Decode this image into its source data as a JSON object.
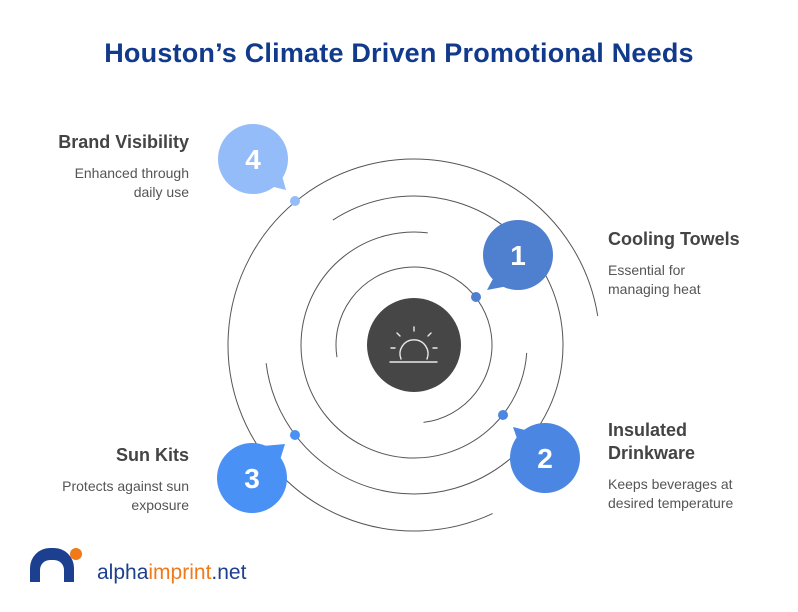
{
  "title": "Houston’s Climate Driven Promotional Needs",
  "center_icon": "sunrise-icon",
  "items": [
    {
      "number": "1",
      "heading": "Cooling Towels",
      "line1": "Essential for",
      "line2": "managing heat",
      "color": "#4f7fcf"
    },
    {
      "number": "2",
      "heading_line1": "Insulated",
      "heading_line2": "Drinkware",
      "line1": "Keeps beverages at",
      "line2": "desired temperature",
      "color": "#4a86e2"
    },
    {
      "number": "3",
      "heading": "Sun Kits",
      "line1": "Protects against sun",
      "line2": "exposure",
      "color": "#4a91f6"
    },
    {
      "number": "4",
      "heading": "Brand Visibility",
      "line1": "Enhanced through",
      "line2": "daily use",
      "color": "#94bcf8"
    }
  ],
  "logo": {
    "part1": "alpha",
    "part2": "imprint",
    "part3": ".net",
    "navy": "#1d3f8f",
    "orange": "#f07a1a"
  }
}
